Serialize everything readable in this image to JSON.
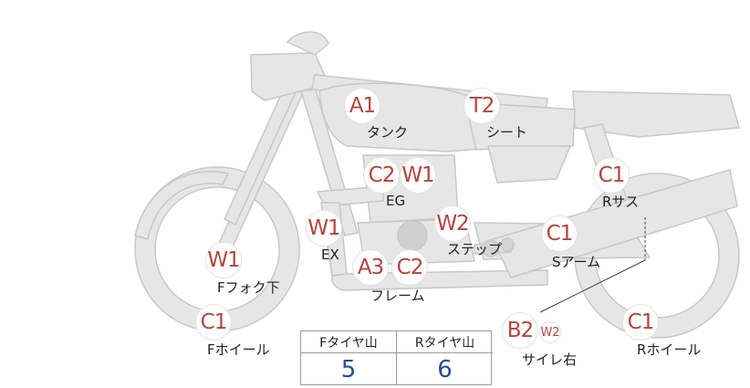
{
  "parts": [
    {
      "code": "A1",
      "label": "タンク"
    },
    {
      "code": "T2",
      "label": "シート"
    },
    {
      "code": "C2",
      "code2": "W1",
      "label": "EG"
    },
    {
      "code": "C1",
      "label": "Rサス"
    },
    {
      "code": "W1",
      "label": "EX"
    },
    {
      "code": "W2",
      "label": "ステップ"
    },
    {
      "code": "C1",
      "label": "Sアーム"
    },
    {
      "code": "W1",
      "label": "Fフォク下"
    },
    {
      "code": "A3",
      "code2": "C2",
      "label": "フレーム"
    },
    {
      "code": "C1",
      "label": "Fホイール"
    },
    {
      "code": "B2",
      "code2": "W2",
      "label": "サイレ右"
    },
    {
      "code": "C1",
      "label": "Rホイール"
    }
  ],
  "tire_table": {
    "front_header": "Fタイヤ山",
    "rear_header": "Rタイヤ山",
    "front_value": "5",
    "rear_value": "6"
  },
  "colors": {
    "bike_fill": "#e6e6e6",
    "bike_stroke": "#c9c9c9",
    "code_text": "#b0463f",
    "value_text": "#2a4c8f"
  }
}
